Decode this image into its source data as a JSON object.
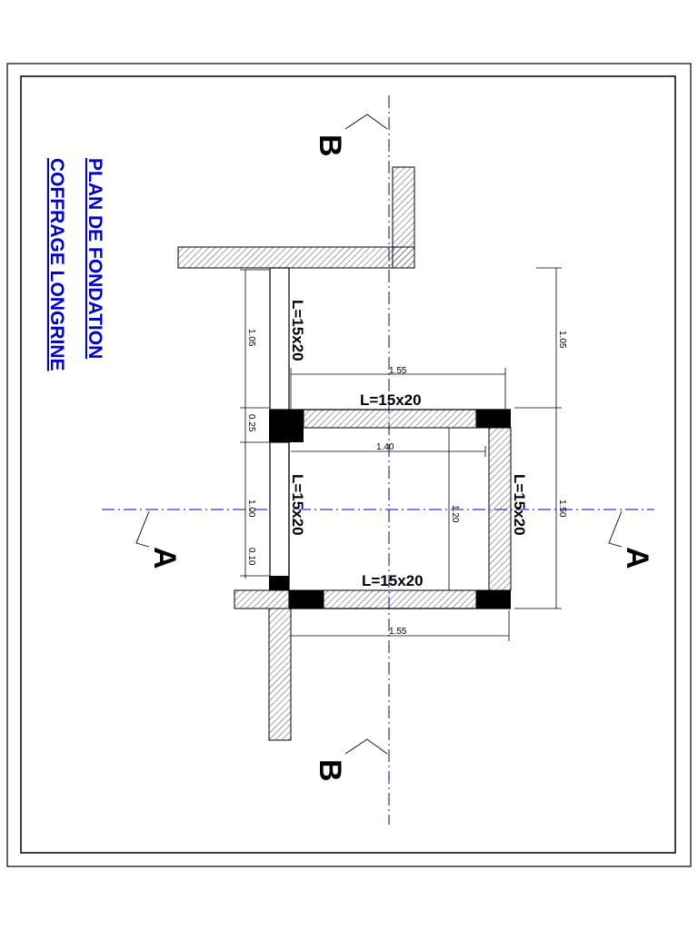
{
  "title": {
    "line1": "PLAN DE FONDATION",
    "line2": "COFFRAGE LONGRINE"
  },
  "colors": {
    "title": "#0000cc",
    "axis": "#0000cc",
    "ink": "#000000"
  },
  "sections": {
    "a_left": "A",
    "a_right": "A",
    "b_top": "B",
    "b_bottom": "B"
  },
  "beams": {
    "top": "L=15x20",
    "bottom": "L=15x20",
    "left_upper": "L=15x20",
    "left_lower": "L=15x20",
    "right": "L=15x20"
  },
  "dimensions": {
    "top_width": "1.55",
    "inner_width": "1.40",
    "bottom_width": "1.55",
    "left_1": "1.05",
    "left_2": "0.25",
    "left_3": "1.00",
    "left_4": "0.10",
    "inner_height": "1.20",
    "right_upper": "1.05",
    "right_lower": "1.50"
  }
}
